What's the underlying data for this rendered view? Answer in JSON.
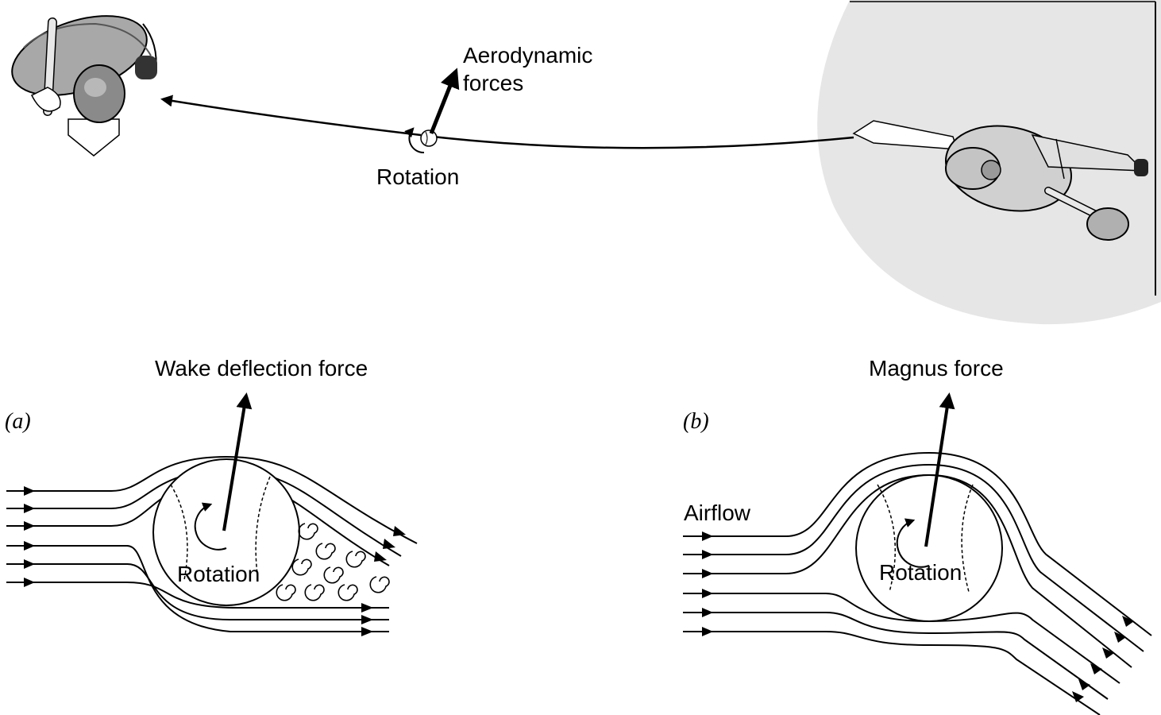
{
  "top": {
    "aero_label_line1": "Aerodynamic",
    "aero_label_line2": "forces",
    "rotation_label": "Rotation"
  },
  "panel_a": {
    "tag": "(a)",
    "force_label": "Wake deflection force",
    "rotation_label": "Rotation"
  },
  "panel_b": {
    "tag": "(b)",
    "force_label": "Magnus force",
    "airflow_label": "Airflow",
    "rotation_label": "Rotation"
  },
  "colors": {
    "ink": "#000000",
    "mound_shade": "#e6e6e6",
    "uniform_gray": "#a8a8a8",
    "helmet_gray": "#8a8a8a"
  },
  "icons": {
    "batter": "batter-figure-icon",
    "pitcher": "pitcher-figure-icon",
    "ball": "baseball-icon",
    "vortex": "vortex-icon"
  }
}
